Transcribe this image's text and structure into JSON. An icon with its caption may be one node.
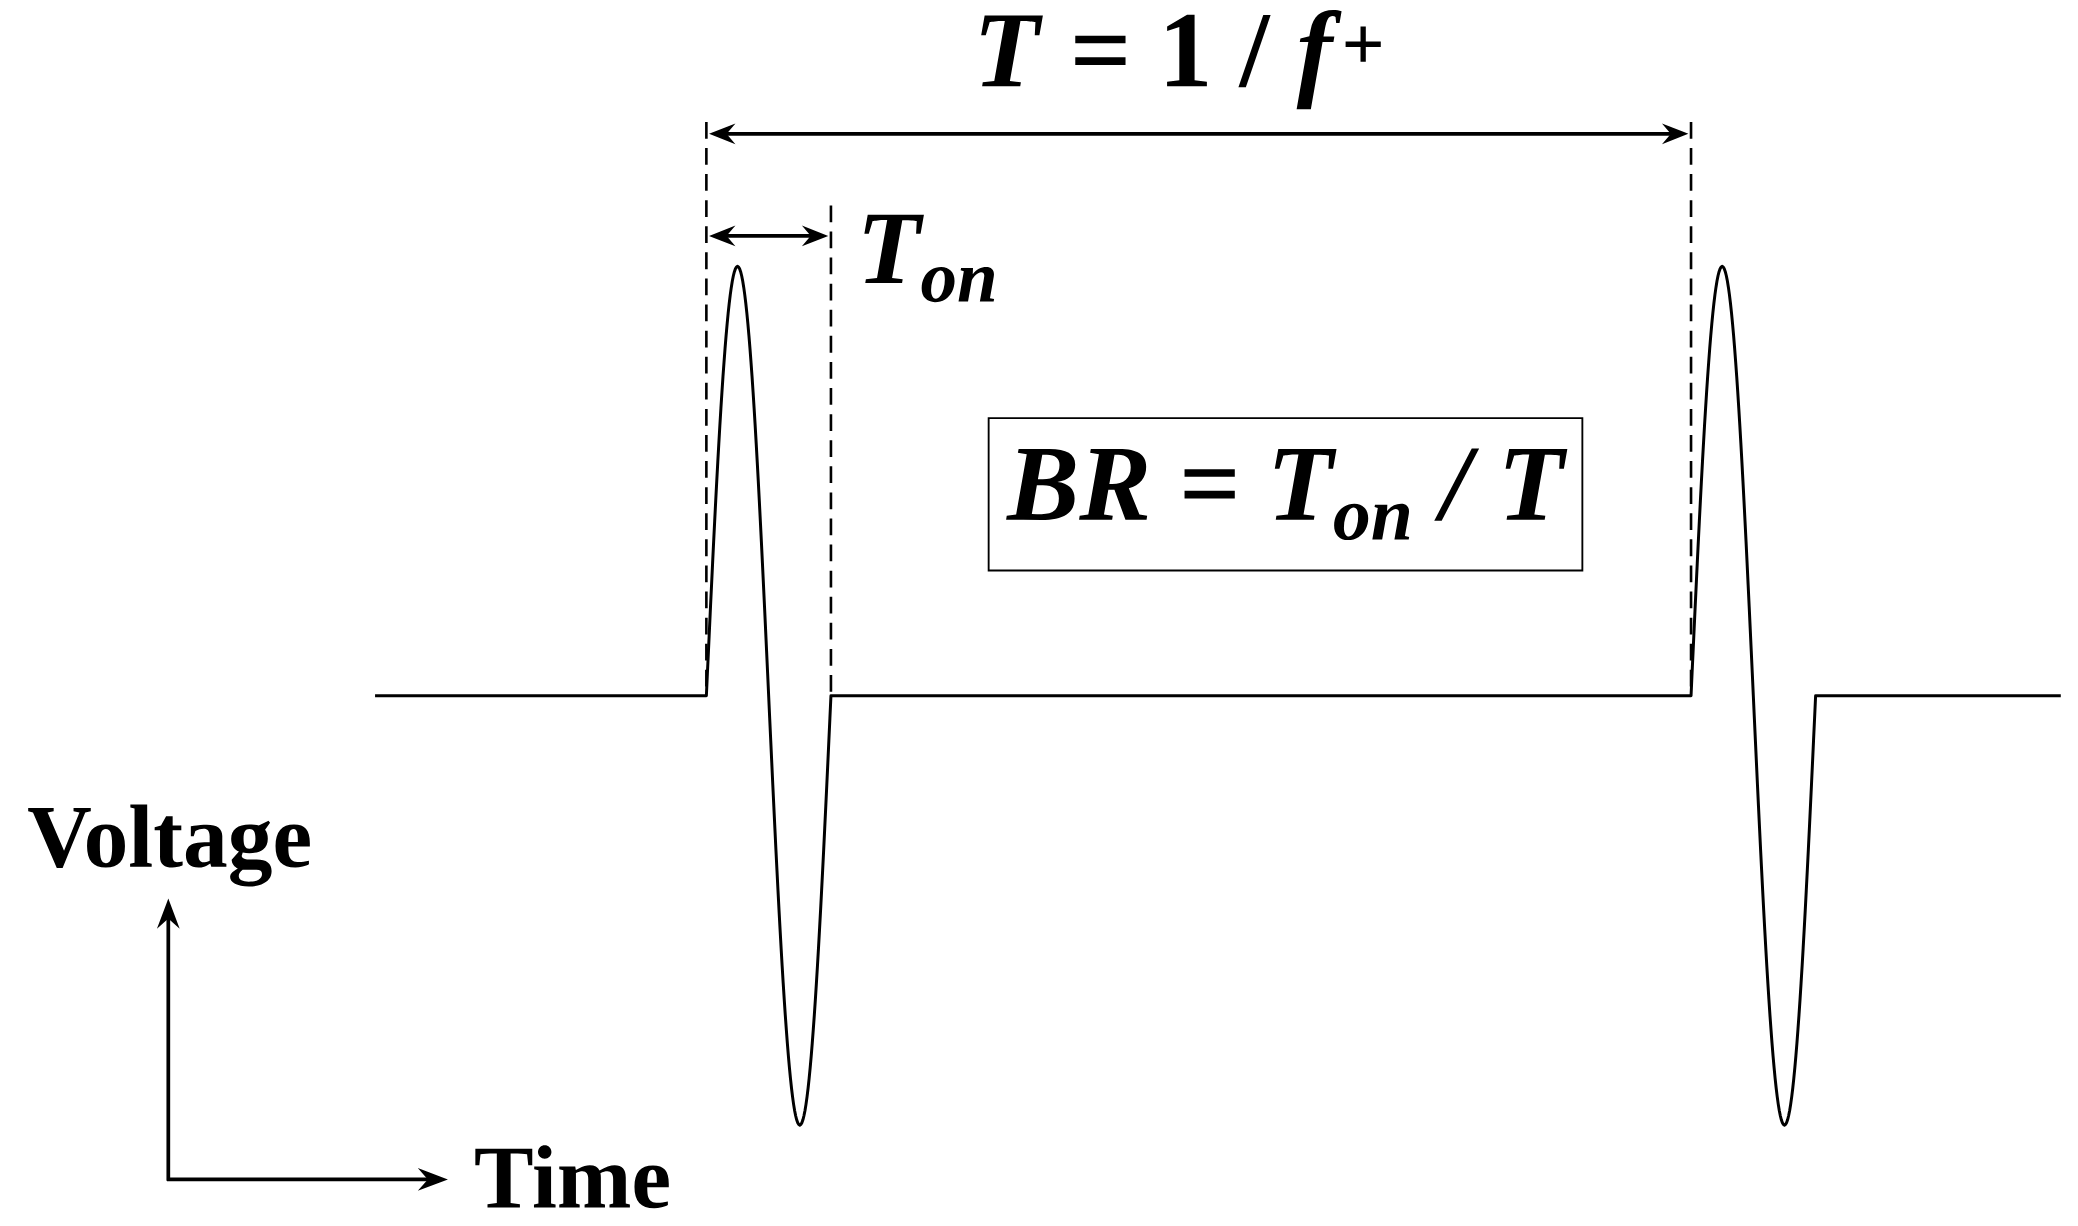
{
  "diagram": {
    "nodes": [
      {
        "text": [
          "BR = T$_{on}$ / T"
        ]
      }
    ],
    "labels": [
      "*T* = 1 / *f*$^{+}$",
      "T$_{on}$",
      "Voltage",
      "Time"
    ]
  }
}
